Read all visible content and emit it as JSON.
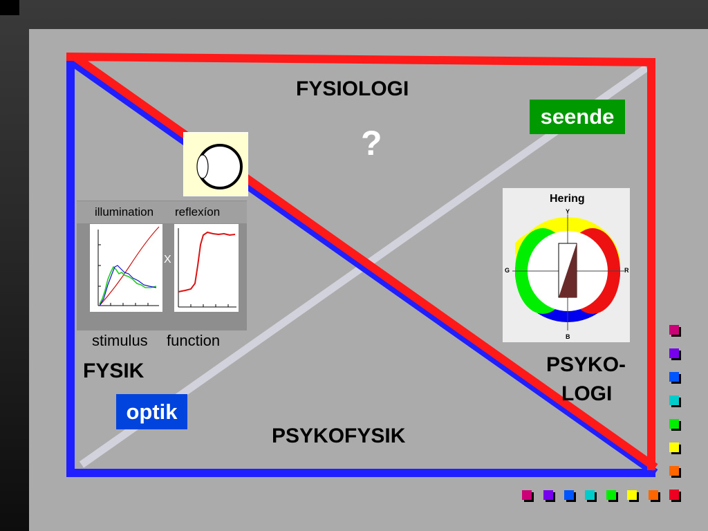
{
  "labels": {
    "fysiologi": "FYSIOLOGI",
    "question": "?",
    "seende": "seende",
    "fysik": "FYSIK",
    "optik": "optik",
    "psykologi_line1": "PSYKO-",
    "psykologi_line2": "LOGI",
    "psykofysik": "PSYKOFYSIK"
  },
  "graphs": {
    "illumination": "illumination",
    "reflexion": "reflexíon",
    "multiply": "X",
    "stimulus": "stimulus",
    "function": "function"
  },
  "hering": {
    "title": "Hering",
    "y": "Y",
    "g": "G",
    "r": "R",
    "b": "B"
  },
  "colors": {
    "red_line": "#ff1a1a",
    "blue_line": "#1f1fff",
    "diagonal_light": "#d2d2dc",
    "seende_bg": "#009900",
    "optik_bg": "#0044dd"
  },
  "nav_squares_right": [
    "#cc0077",
    "#7700ee",
    "#0055ff",
    "#00cccc",
    "#00ee00",
    "#ffff00",
    "#ff6600",
    "#ee0022"
  ],
  "nav_squares_bottom": [
    "#cc0077",
    "#7700ee",
    "#0055ff",
    "#00cccc",
    "#00ee00",
    "#ffff00",
    "#ff6600",
    "#ee0022"
  ]
}
